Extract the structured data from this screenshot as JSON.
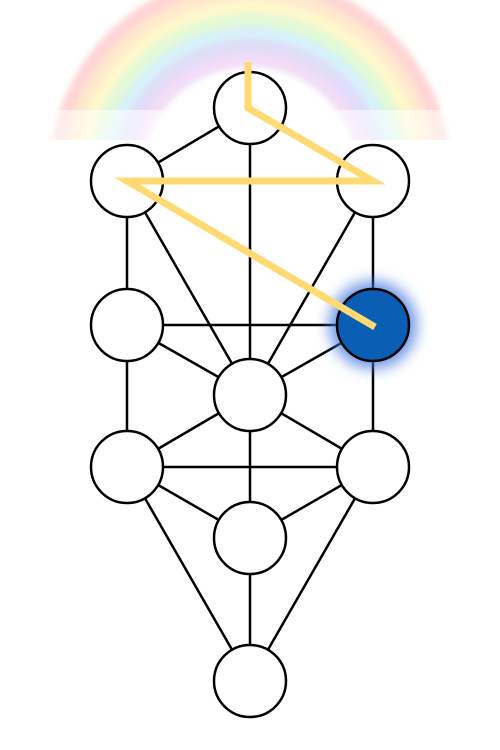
{
  "diagram": {
    "colors": {
      "node_fill": "#ffffff",
      "node_stroke": "#000000",
      "edge_stroke": "#000000",
      "path_stroke": "#ffd972",
      "highlight_fill": "#0a5fb4",
      "highlight_glow": "#3f74e0",
      "rainbow": [
        "#ffb3b3",
        "#ffd7a8",
        "#fff2a8",
        "#ccf5b8",
        "#b8e6f5",
        "#c9c2f5",
        "#e6c2f0"
      ]
    },
    "nodes": [
      {
        "id": "node-1",
        "highlighted": false
      },
      {
        "id": "node-2",
        "highlighted": false
      },
      {
        "id": "node-3",
        "highlighted": false
      },
      {
        "id": "node-4",
        "highlighted": false
      },
      {
        "id": "node-5",
        "highlighted": true
      },
      {
        "id": "node-6",
        "highlighted": false
      },
      {
        "id": "node-7",
        "highlighted": false
      },
      {
        "id": "node-8",
        "highlighted": false
      },
      {
        "id": "node-9",
        "highlighted": false
      },
      {
        "id": "node-10",
        "highlighted": false
      }
    ],
    "edges": [
      [
        "node-1",
        "node-2"
      ],
      [
        "node-1",
        "node-3"
      ],
      [
        "node-1",
        "node-6"
      ],
      [
        "node-2",
        "node-3"
      ],
      [
        "node-2",
        "node-4"
      ],
      [
        "node-2",
        "node-6"
      ],
      [
        "node-3",
        "node-5"
      ],
      [
        "node-3",
        "node-6"
      ],
      [
        "node-4",
        "node-5"
      ],
      [
        "node-4",
        "node-6"
      ],
      [
        "node-4",
        "node-7"
      ],
      [
        "node-5",
        "node-6"
      ],
      [
        "node-5",
        "node-8"
      ],
      [
        "node-6",
        "node-7"
      ],
      [
        "node-6",
        "node-8"
      ],
      [
        "node-6",
        "node-9"
      ],
      [
        "node-7",
        "node-8"
      ],
      [
        "node-7",
        "node-9"
      ],
      [
        "node-7",
        "node-10"
      ],
      [
        "node-8",
        "node-9"
      ],
      [
        "node-8",
        "node-10"
      ],
      [
        "node-9",
        "node-10"
      ]
    ],
    "highlight_path": [
      "node-1",
      "node-3",
      "node-2",
      "node-5"
    ]
  }
}
